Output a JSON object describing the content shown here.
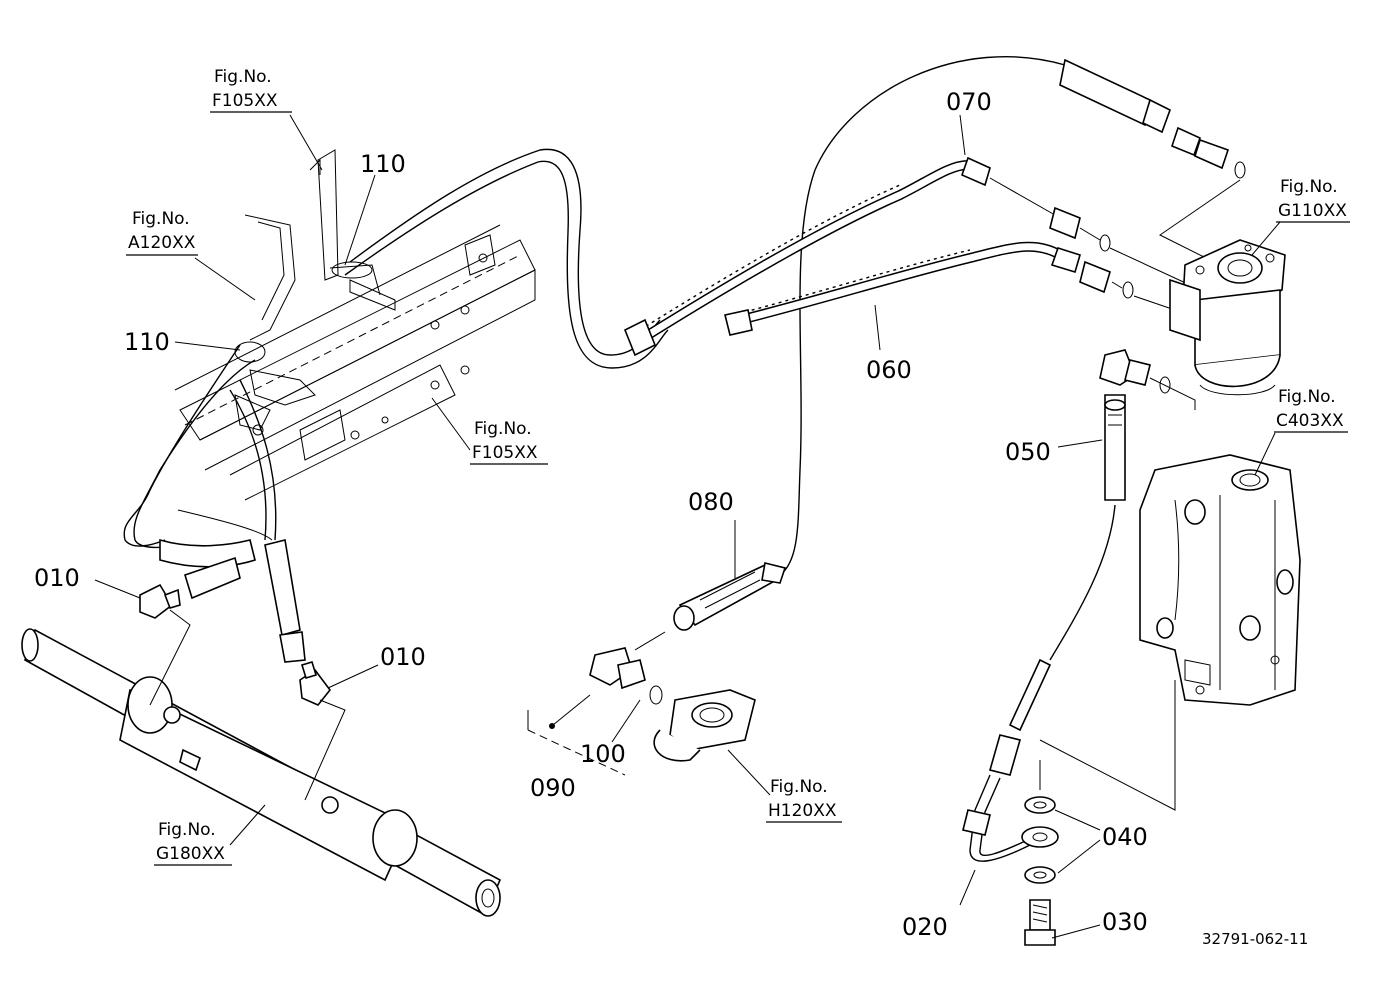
{
  "parts": {
    "p010a": "010",
    "p010b": "010",
    "p020": "020",
    "p030": "030",
    "p040": "040",
    "p050": "050",
    "p060": "060",
    "p070": "070",
    "p080": "080",
    "p090": "090",
    "p100": "100",
    "p110a": "110",
    "p110b": "110"
  },
  "fig_refs": {
    "fig_label": "Fig.No.",
    "f105_top": "F105XX",
    "a120": "A120XX",
    "f105_mid": "F105XX",
    "g110": "G110XX",
    "c403": "C403XX",
    "h120": "H120XX",
    "g180": "G180XX"
  },
  "drawing_code": "32791-062-11"
}
